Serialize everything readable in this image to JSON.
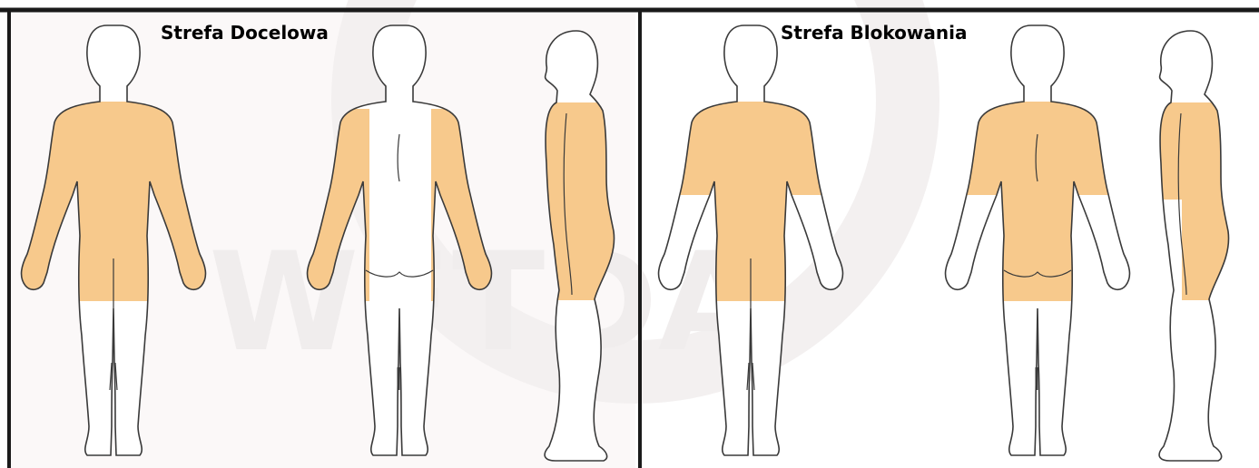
{
  "panels": [
    {
      "title": "Strefa Docelowa",
      "views": [
        "front",
        "back",
        "side"
      ],
      "highlight": "torso, arms and hips (front); side strips and arms (back); shoulder to hip (side)"
    },
    {
      "title": "Strefa Blokowania",
      "views": [
        "front",
        "back",
        "side"
      ],
      "highlight": "torso, upper arms and hips"
    }
  ],
  "watermark": "WFTDA",
  "colors": {
    "zone_fill": "#f7c98c",
    "outline": "#3a3a3a",
    "frame": "#1a1a1a",
    "left_panel_bg": "#fbf8f8",
    "watermark": "#f1eeee"
  }
}
